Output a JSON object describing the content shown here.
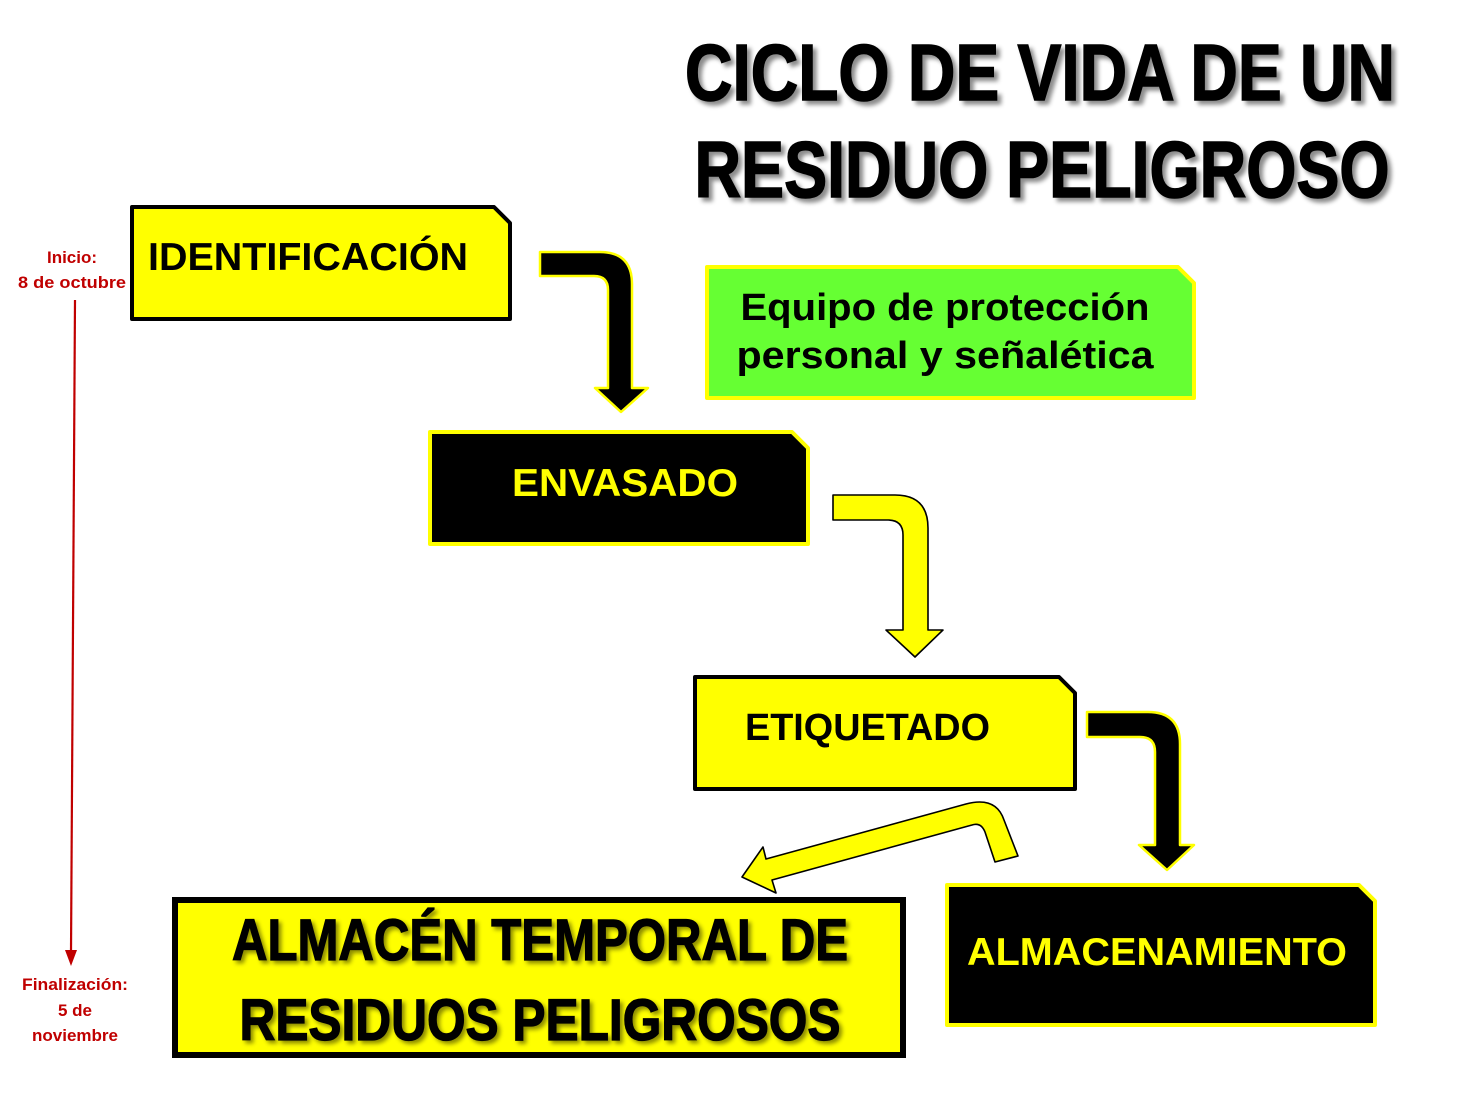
{
  "title": {
    "line1": "CICLO DE VIDA DE UN",
    "line2": "RESIDUO PELIGROSO"
  },
  "timeline": {
    "start_label": "Inicio:",
    "start_date": "8 de octubre",
    "end_label": "Finalización:",
    "end_date_line1": "5 de",
    "end_date_line2": "noviembre"
  },
  "steps": [
    {
      "label": "IDENTIFICACIÓN"
    },
    {
      "label": "ENVASADO"
    },
    {
      "label": "ETIQUETADO"
    },
    {
      "label": "ALMACENAMIENTO"
    }
  ],
  "note": {
    "line1": "Equipo de protección",
    "line2": "personal y señalética"
  },
  "destination": {
    "line1": "ALMACÉN TEMPORAL DE",
    "line2": "RESIDUOS PELIGROSOS"
  },
  "colors": {
    "yellow": "#ffff00",
    "black": "#000000",
    "green": "#66ff33",
    "timeline_red": "#c00000"
  }
}
